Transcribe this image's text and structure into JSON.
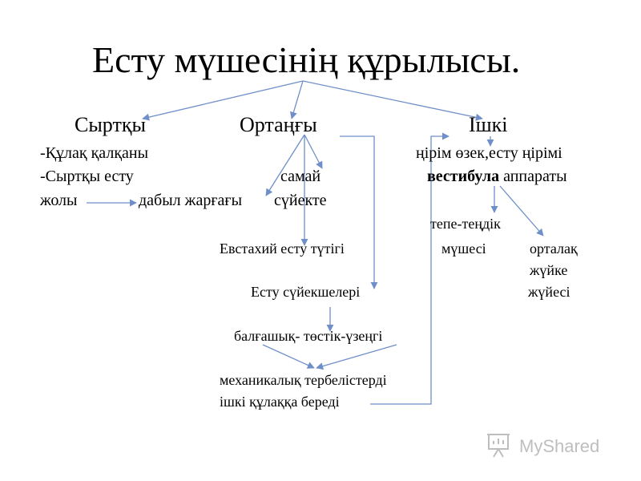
{
  "title": "Есту мүшесінің құрылысы.",
  "columns": {
    "outer": "Сыртқы",
    "middle": "Ортаңғы",
    "inner": "Ішкі"
  },
  "outer_ear": {
    "line1": "-Құлақ қалқаны",
    "line2": "-Сыртқы есту",
    "line3": "жолы"
  },
  "middle_ear": {
    "eardrum": "дабыл жарғағы",
    "temporal_bone_1": "самай",
    "temporal_bone_2": "сүйекте",
    "eustachian": "Евстахий есту түтігі",
    "ossicles": "Есту сүйекшелері",
    "ossicle_names": "балғашық- төстік-үзеңгі",
    "transmit_1": "механикалық тербелістерді",
    "transmit_2": "ішкі құлаққа береді"
  },
  "inner_ear": {
    "cochlea": "ңірім өзек,есту ңірімі",
    "vestibular_bold": "вестибула",
    "vestibular_rest": "аппараты",
    "balance_1": "тепе-теңдік",
    "balance_2": "мүшесі",
    "nerve_1": "орталақ",
    "nerve_2": "жүйке",
    "nerve_3": "жүйесі"
  },
  "watermark": {
    "text": "MyShared",
    "icon": "presentation-board-icon"
  },
  "colors": {
    "arrow": "#6f8fc9",
    "text": "#000000",
    "background": "#ffffff",
    "watermark": "#8a8a8a"
  }
}
